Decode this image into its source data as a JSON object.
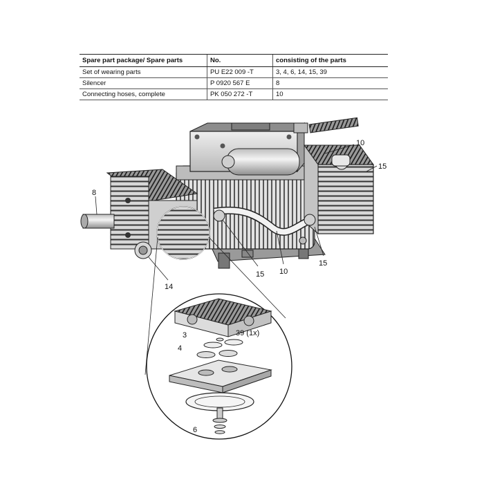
{
  "table": {
    "headers": [
      "Spare part package/ Spare parts",
      "No.",
      "consisting of the parts"
    ],
    "rows": [
      [
        "Set of wearing parts",
        "PU E22 009 -T",
        "3, 4, 6, 14, 15, 39"
      ],
      [
        "Silencer",
        "P 0920 567 E",
        "8"
      ],
      [
        "Connecting hoses, complete",
        "PK 050 272 -T",
        "10"
      ]
    ]
  },
  "callouts": {
    "c8": "8",
    "c10_top": "10",
    "c15_right": "15",
    "c15_bottom_right": "15",
    "c10_bottom": "10",
    "c15_bottom": "15",
    "c14": "14",
    "c3": "3",
    "c39": "39 (1x)",
    "c4": "4",
    "c6": "6"
  }
}
